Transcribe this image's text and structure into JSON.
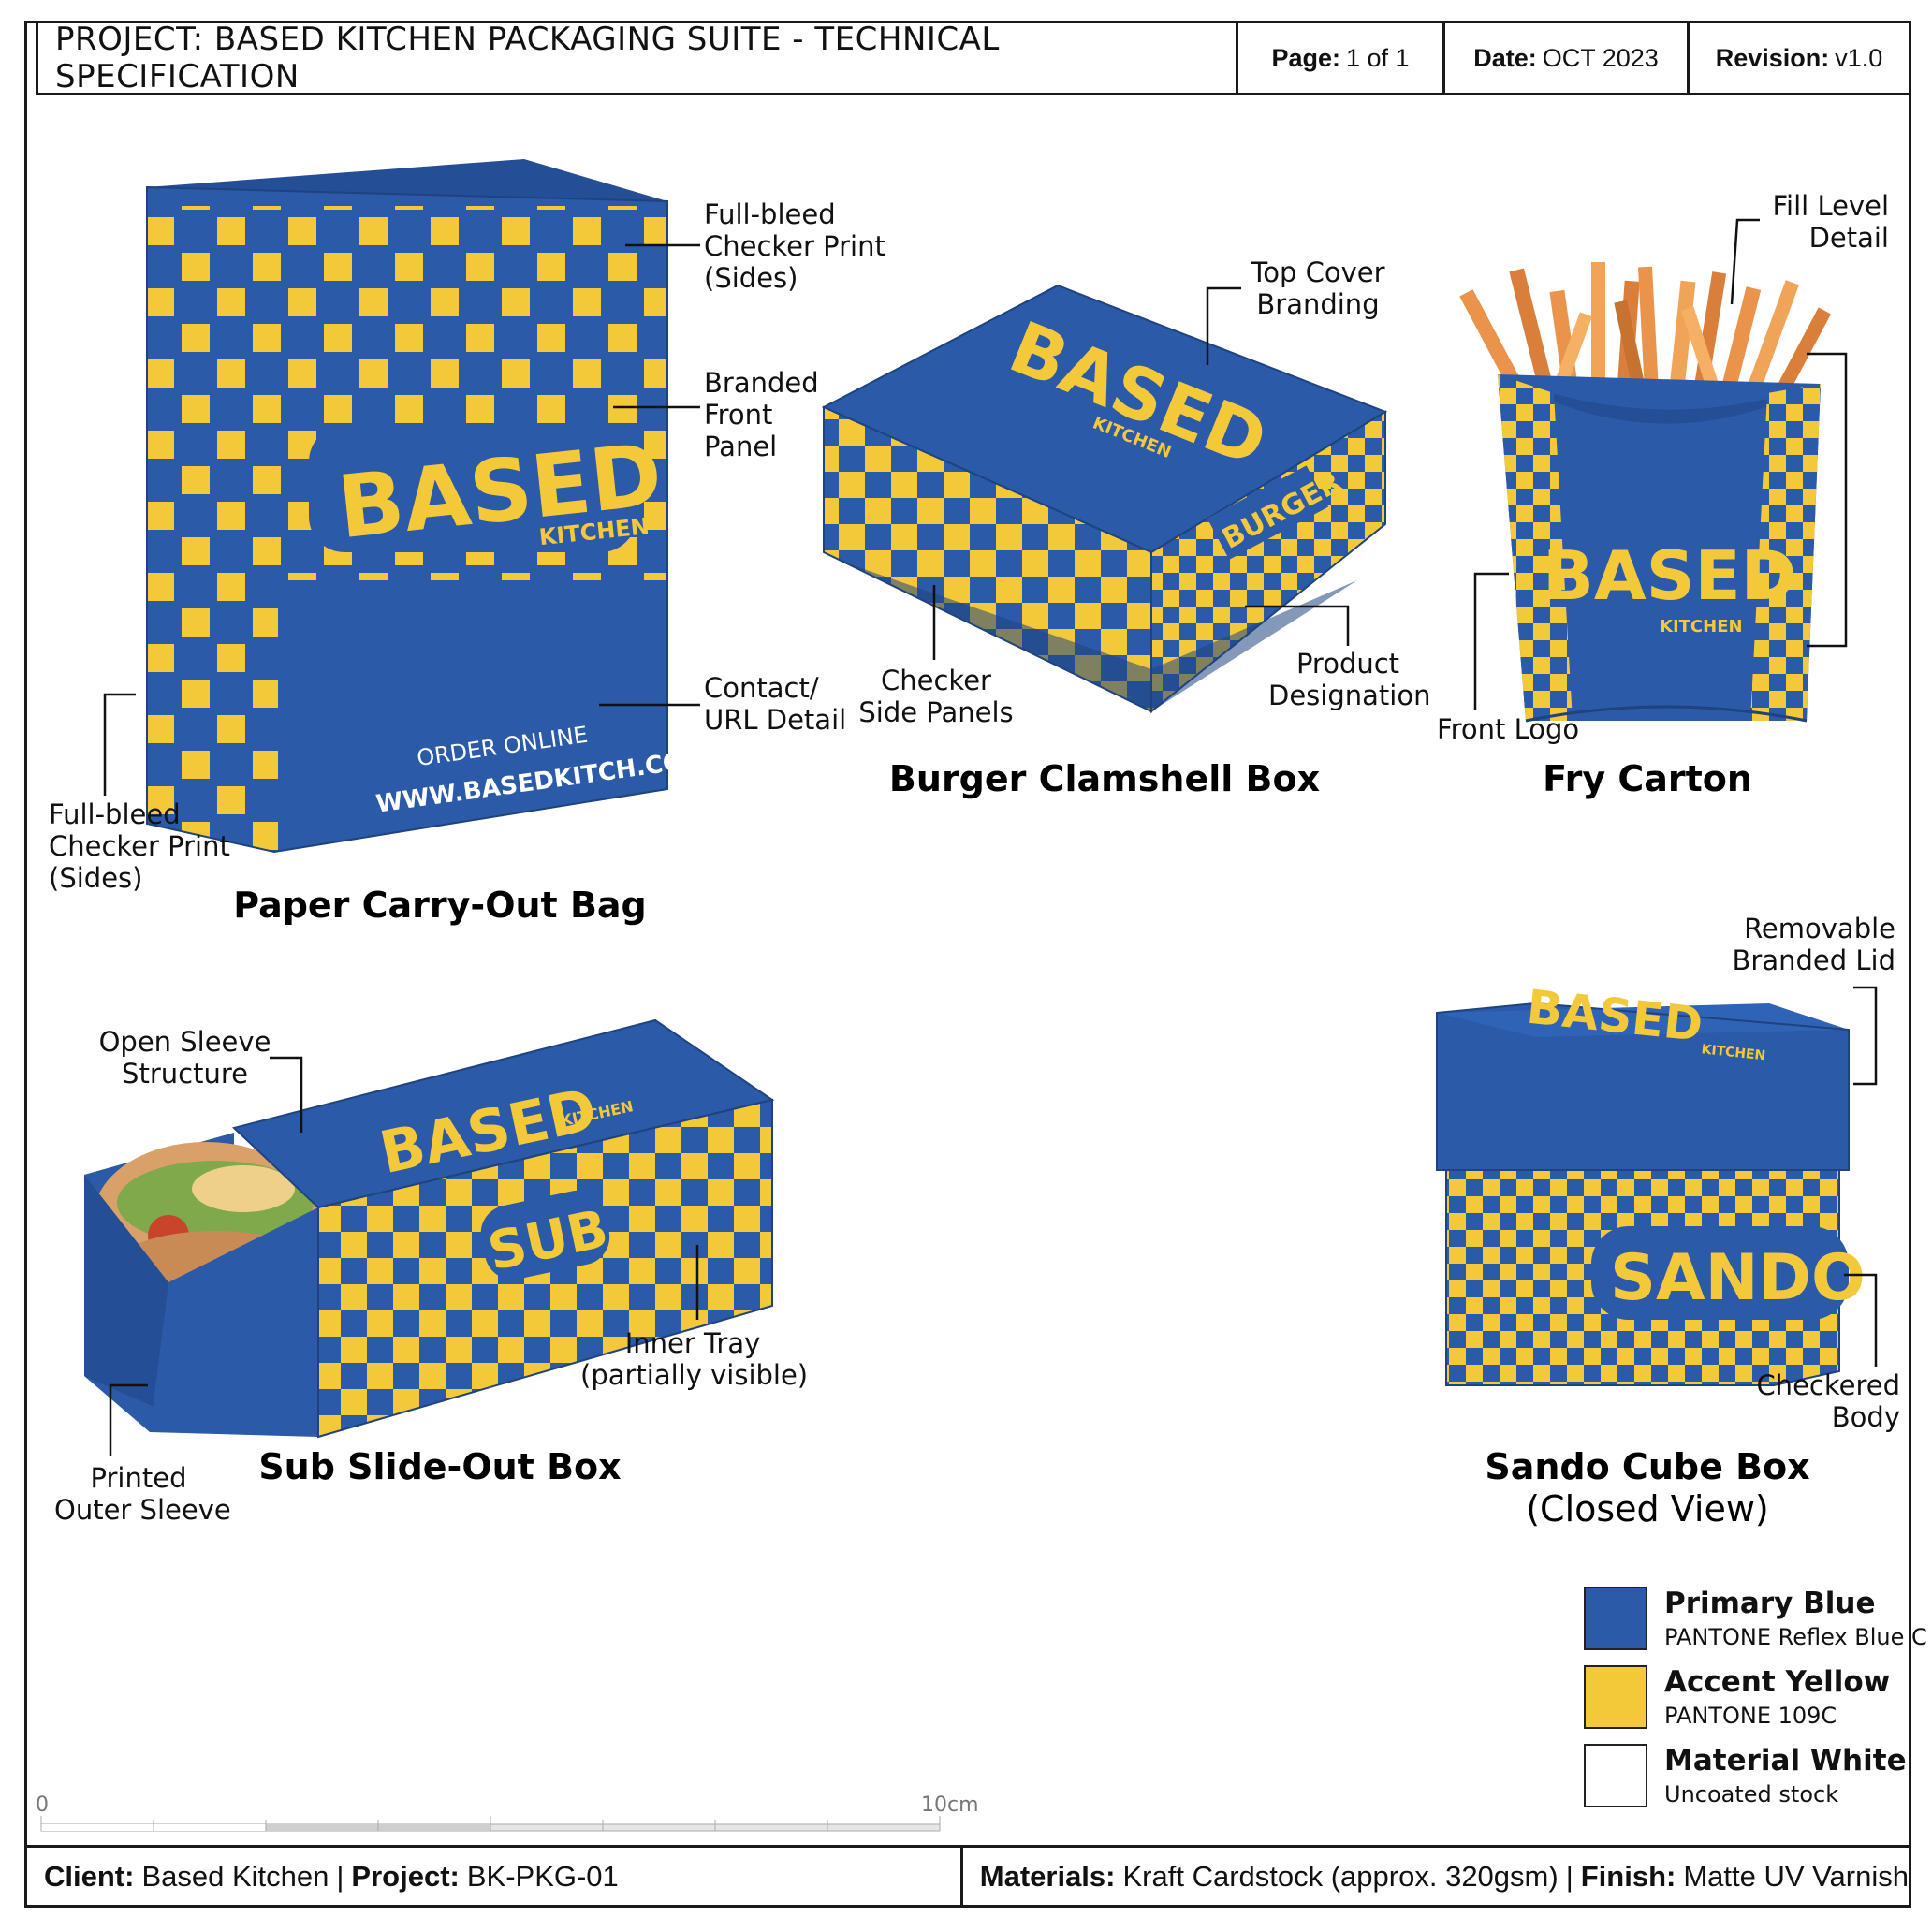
{
  "header": {
    "title": "PROJECT: BASED KITCHEN PACKAGING SUITE - TECHNICAL SPECIFICATION",
    "page_label": "Page:",
    "page_value": "1 of 1",
    "date_label": "Date:",
    "date_value": "OCT 2023",
    "revision_label": "Revision:",
    "revision_value": "v1.0"
  },
  "colors": {
    "primary_blue": "#2a5aa8",
    "accent_yellow": "#f3c93a",
    "material_white": "#ffffff"
  },
  "products": {
    "bag": {
      "title": "Paper Carry-Out Bag",
      "brand": "BASED",
      "brand_sub": "KITCHEN",
      "order_text": "ORDER ONLINE",
      "url_text": "WWW.BASEDKITCH.COM",
      "callouts": {
        "checker_sides_right": "Full-bleed\nChecker Print\n(Sides)",
        "front_panel": "Branded\nFront\nPanel",
        "contact_url": "Contact/\nURL Detail",
        "checker_sides_left": "Full-bleed\nChecker Print\n(Sides)"
      }
    },
    "burger": {
      "title": "Burger Clamshell Box",
      "brand": "BASED",
      "brand_sub": "KITCHEN",
      "product_label": "BURGER",
      "callouts": {
        "top_cover": "Top Cover\nBranding",
        "checker_panels": "Checker\nSide Panels",
        "product_designation": "Product\nDesignation"
      }
    },
    "fry": {
      "title": "Fry Carton",
      "brand": "BASED",
      "brand_sub": "KITCHEN",
      "callouts": {
        "fill_level": "Fill Level\nDetail",
        "front_logo": "Front Logo"
      }
    },
    "sub": {
      "title": "Sub Slide-Out Box",
      "brand": "BASED",
      "brand_sub": "KITCHEN",
      "product_label": "SUB",
      "callouts": {
        "open_sleeve": "Open Sleeve\nStructure",
        "inner_tray": "Inner Tray\n(partially visible)",
        "outer_sleeve": "Printed\nOuter Sleeve"
      }
    },
    "sando": {
      "title": "Sando Cube Box",
      "subtitle": "(Closed View)",
      "brand": "BASED",
      "brand_sub": "KITCHEN",
      "product_label": "SANDO",
      "callouts": {
        "lid": "Removable\nBranded Lid",
        "body": "Checkered\nBody"
      }
    }
  },
  "legend": [
    {
      "name": "Primary Blue",
      "code": "PANTONE Reflex Blue C",
      "color": "#2a5aa8"
    },
    {
      "name": "Accent Yellow",
      "code": "PANTONE 109C",
      "color": "#f3c93a"
    },
    {
      "name": "Material White",
      "code": "Uncoated stock",
      "color": "#ffffff"
    }
  ],
  "scale_bar": {
    "start_label": "0",
    "end_label": "10cm"
  },
  "footer": {
    "client_label": "Client:",
    "client_value": "Based Kitchen",
    "project_label": "Project:",
    "project_value": "BK-PKG-01",
    "materials_label": "Materials:",
    "materials_value": "Kraft Cardstock (approx. 320gsm)",
    "finish_label": "Finish:",
    "finish_value": "Matte UV Varnish"
  }
}
